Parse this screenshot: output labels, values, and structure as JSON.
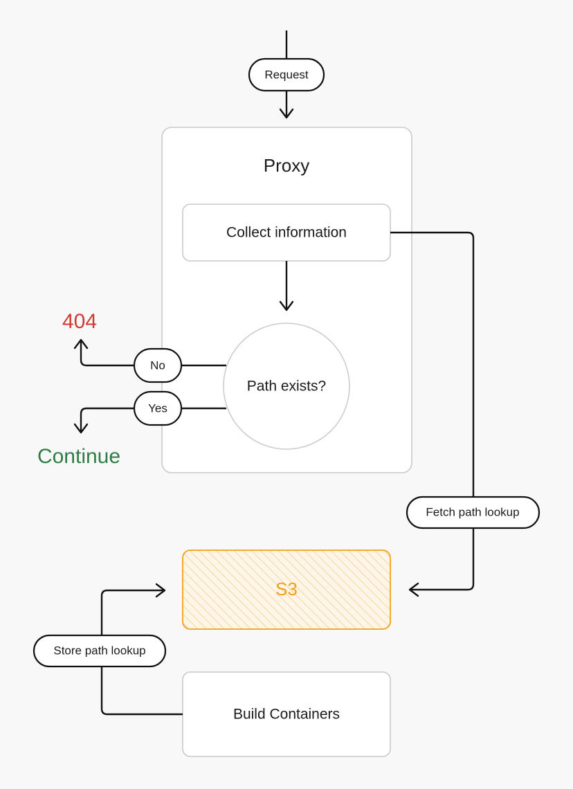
{
  "diagram": {
    "background_color": "#f8f8f8",
    "title_group": "Proxy",
    "nodes": {
      "request": {
        "label": "Request",
        "shape": "pill"
      },
      "proxy_group": {
        "label": "Proxy",
        "shape": "rounded-rect-group"
      },
      "collect": {
        "label": "Collect information",
        "shape": "rounded-rect"
      },
      "decision": {
        "label": "Path exists?",
        "shape": "circle"
      },
      "no_pill": {
        "label": "No",
        "shape": "pill"
      },
      "yes_pill": {
        "label": "Yes",
        "shape": "pill"
      },
      "not_found": {
        "label": "404",
        "shape": "text",
        "color": "#d03a33"
      },
      "continue": {
        "label": "Continue",
        "shape": "text",
        "color": "#2e7d46"
      },
      "fetch": {
        "label": "Fetch path lookup",
        "shape": "pill"
      },
      "s3": {
        "label": "S3",
        "shape": "rounded-rect-hatched",
        "color": "#f59e17"
      },
      "store": {
        "label": "Store path lookup",
        "shape": "pill"
      },
      "build": {
        "label": "Build Containers",
        "shape": "rounded-rect"
      }
    },
    "edges": [
      {
        "name": "entry-to-request",
        "from": "entry",
        "to": "request",
        "arrow": false
      },
      {
        "name": "request-to-proxy",
        "from": "request",
        "to": "proxy_group",
        "arrow": true
      },
      {
        "name": "collect-to-decision",
        "from": "collect",
        "to": "decision",
        "arrow": true
      },
      {
        "name": "decision-to-no",
        "from": "decision",
        "to": "no_pill",
        "arrow": false
      },
      {
        "name": "no-to-404",
        "from": "no_pill",
        "to": "not_found",
        "arrow": true
      },
      {
        "name": "decision-to-yes",
        "from": "decision",
        "to": "yes_pill",
        "arrow": false
      },
      {
        "name": "yes-to-continue",
        "from": "yes_pill",
        "to": "continue",
        "arrow": true
      },
      {
        "name": "collect-to-s3-fetch",
        "from": "collect",
        "to": "s3",
        "arrow": true,
        "via": "fetch"
      },
      {
        "name": "build-to-s3-store",
        "from": "build",
        "to": "s3",
        "arrow": true,
        "via": "store"
      }
    ]
  }
}
